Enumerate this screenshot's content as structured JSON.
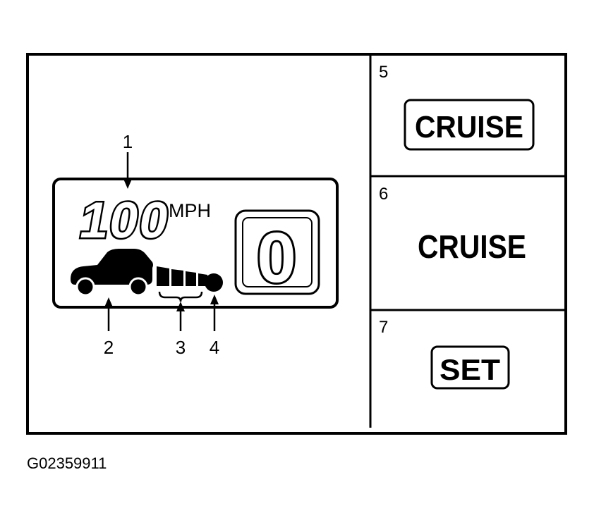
{
  "display": {
    "speed_digits": "100",
    "speed_unit": "MPH",
    "gear_digit": "0"
  },
  "callouts": [
    "1",
    "2",
    "3",
    "4"
  ],
  "panels": [
    {
      "number": "5",
      "text": "CRUISE",
      "boxed": true
    },
    {
      "number": "6",
      "text": "CRUISE",
      "boxed": false
    },
    {
      "number": "7",
      "text": "SET",
      "boxed": true
    }
  ],
  "figure_id": "G02359911"
}
